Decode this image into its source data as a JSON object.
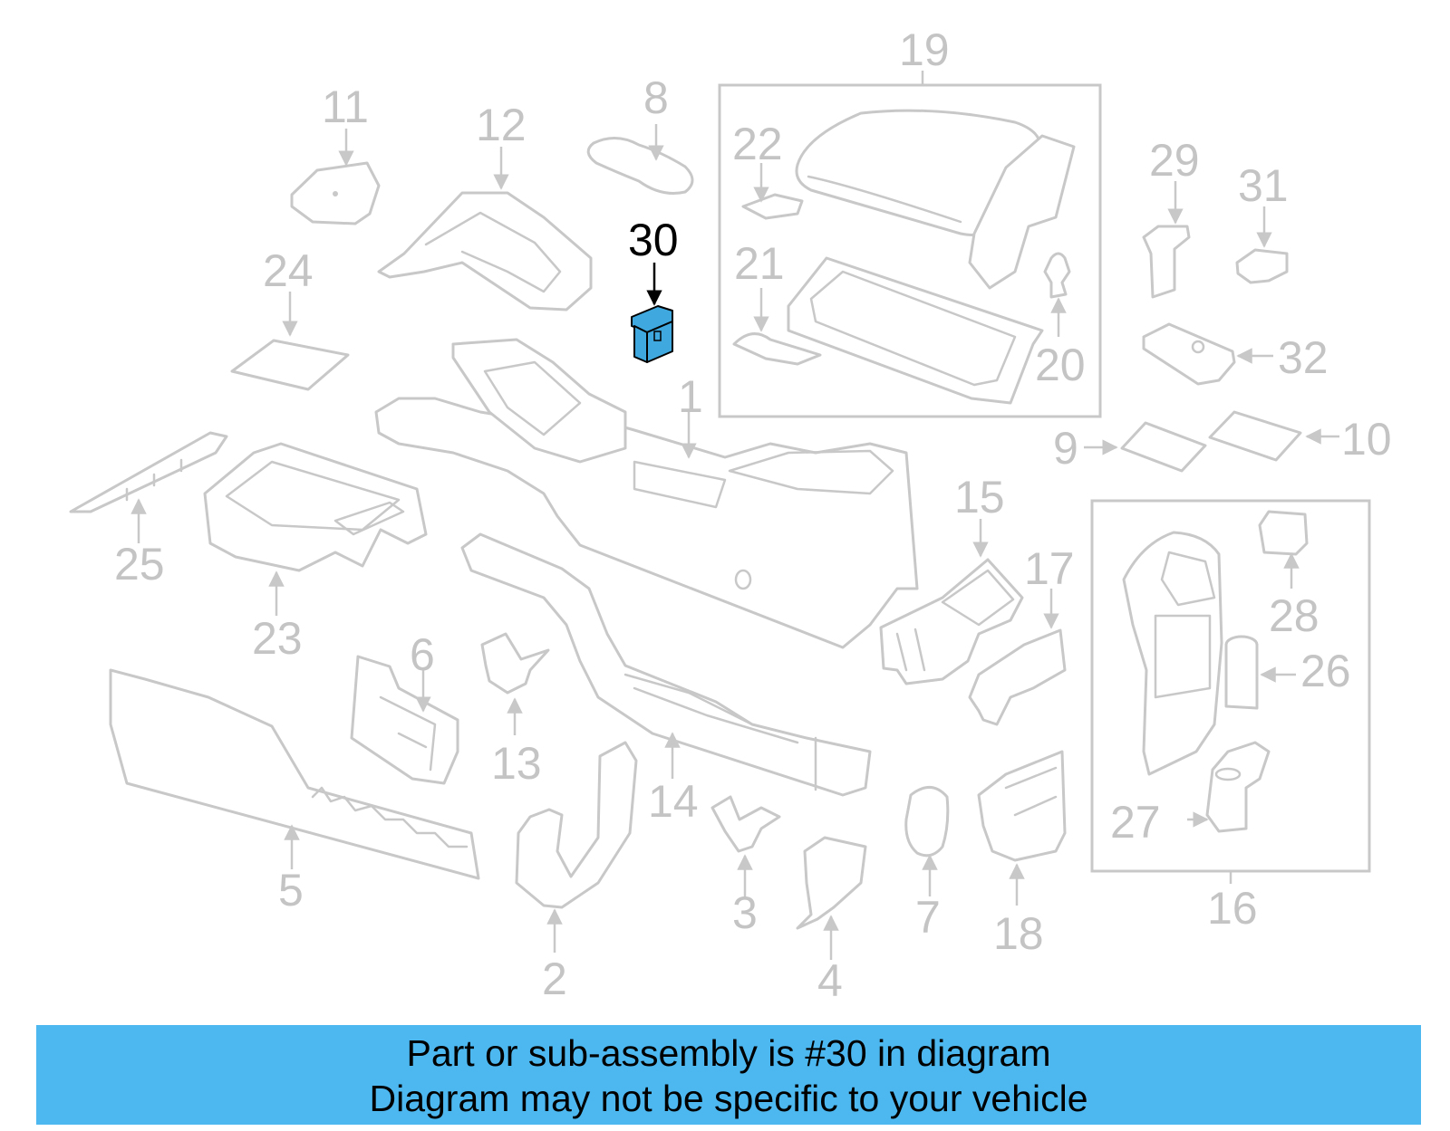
{
  "callouts": {
    "c1": "1",
    "c2": "2",
    "c3": "3",
    "c4": "4",
    "c5": "5",
    "c6": "6",
    "c7": "7",
    "c8": "8",
    "c9": "9",
    "c10": "10",
    "c11": "11",
    "c12": "12",
    "c13": "13",
    "c14": "14",
    "c15": "15",
    "c16": "16",
    "c17": "17",
    "c18": "18",
    "c19": "19",
    "c20": "20",
    "c21": "21",
    "c22": "22",
    "c23": "23",
    "c24": "24",
    "c25": "25",
    "c26": "26",
    "c27": "27",
    "c28": "28",
    "c29": "29",
    "c30": "30",
    "c31": "31",
    "c32": "32"
  },
  "highlighted_part": "30",
  "colors": {
    "highlight_fill": "#3fa9df",
    "banner_background": "#4db8f0",
    "line_art": "#c8c8c8",
    "callout_text": "#c4c4c4"
  },
  "banner": {
    "line1": "Part or sub-assembly is #30 in diagram",
    "line2": "Diagram may not be specific to your vehicle"
  }
}
